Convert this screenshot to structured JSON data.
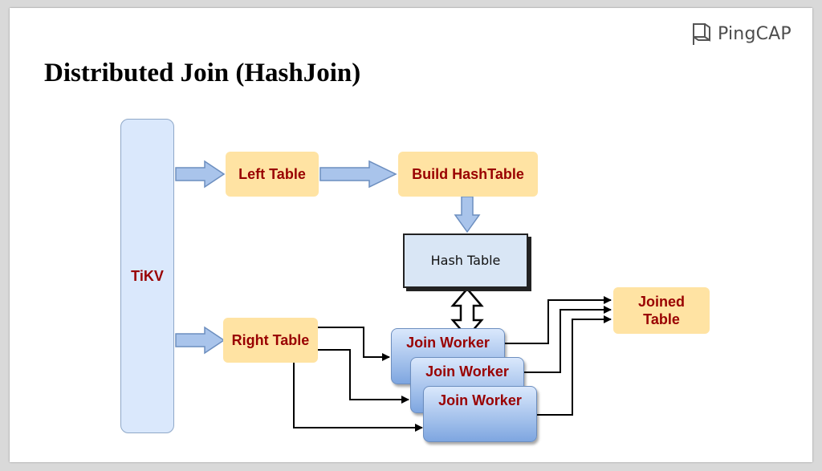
{
  "slide": {
    "title": "Distributed Join (HashJoin)"
  },
  "logo": {
    "text": "PingCAP",
    "icon": "pingcap-logo-icon"
  },
  "diagram": {
    "nodes": {
      "tikv": "TiKV",
      "left_table": "Left Table",
      "right_table": "Right Table",
      "build_hashtable": "Build HashTable",
      "hash_table": "Hash Table",
      "join_worker_1": "Join Worker",
      "join_worker_2": "Join Worker",
      "join_worker_3": "Join Worker",
      "joined_table": "Joined Table"
    },
    "colors": {
      "node_fill": "#ffe3a3",
      "node_text": "#990000",
      "tikv_fill": "#dae8fc",
      "arrow_fill": "#a9c4eb",
      "arrow_stroke": "#6c8ebf"
    }
  }
}
